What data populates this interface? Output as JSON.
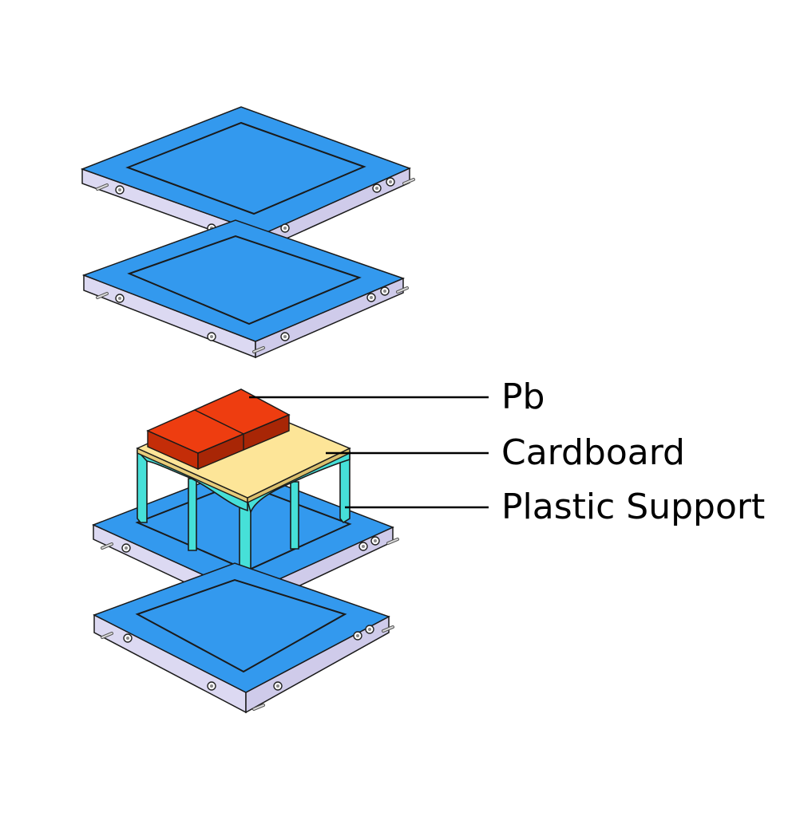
{
  "labels": {
    "pb": "Pb",
    "cardboard": "Cardboard",
    "support": "Plastic Support"
  },
  "colors": {
    "plate_top": "#3399ee",
    "plate_side": "#dcd9f2",
    "plate_outline": "#1a1a1a",
    "support": "#46e0d8",
    "cardboard": "#fde598",
    "pb_top": "#ee3d10",
    "pb_side": "#c42d08",
    "leader_line": "#000000"
  }
}
